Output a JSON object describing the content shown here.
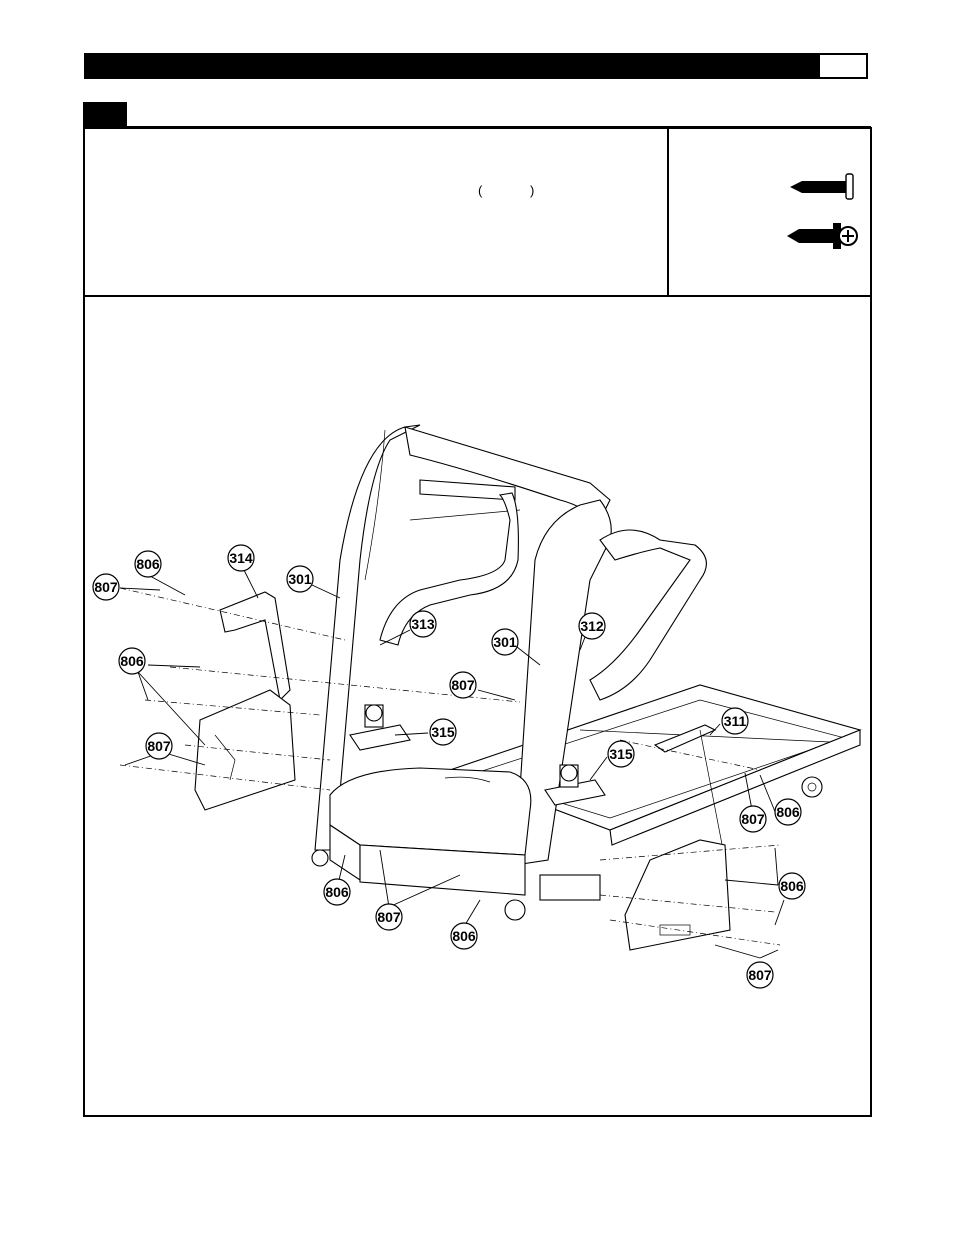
{
  "header": {
    "title": "",
    "page_number": ""
  },
  "step": {
    "number": ""
  },
  "instructions": {
    "paren": "(  )"
  },
  "hardware": [
    {
      "icon": "flat-head-screw-icon"
    },
    {
      "icon": "self-tapping-screw-icon"
    }
  ],
  "callouts": [
    {
      "label": "806"
    },
    {
      "label": "314"
    },
    {
      "label": "807"
    },
    {
      "label": "301"
    },
    {
      "label": "313"
    },
    {
      "label": "301"
    },
    {
      "label": "312"
    },
    {
      "label": "806"
    },
    {
      "label": "807"
    },
    {
      "label": "807"
    },
    {
      "label": "315"
    },
    {
      "label": "311"
    },
    {
      "label": "315"
    },
    {
      "label": "807"
    },
    {
      "label": "806"
    },
    {
      "label": "806"
    },
    {
      "label": "806"
    },
    {
      "label": "807"
    },
    {
      "label": "806"
    },
    {
      "label": "807"
    }
  ]
}
